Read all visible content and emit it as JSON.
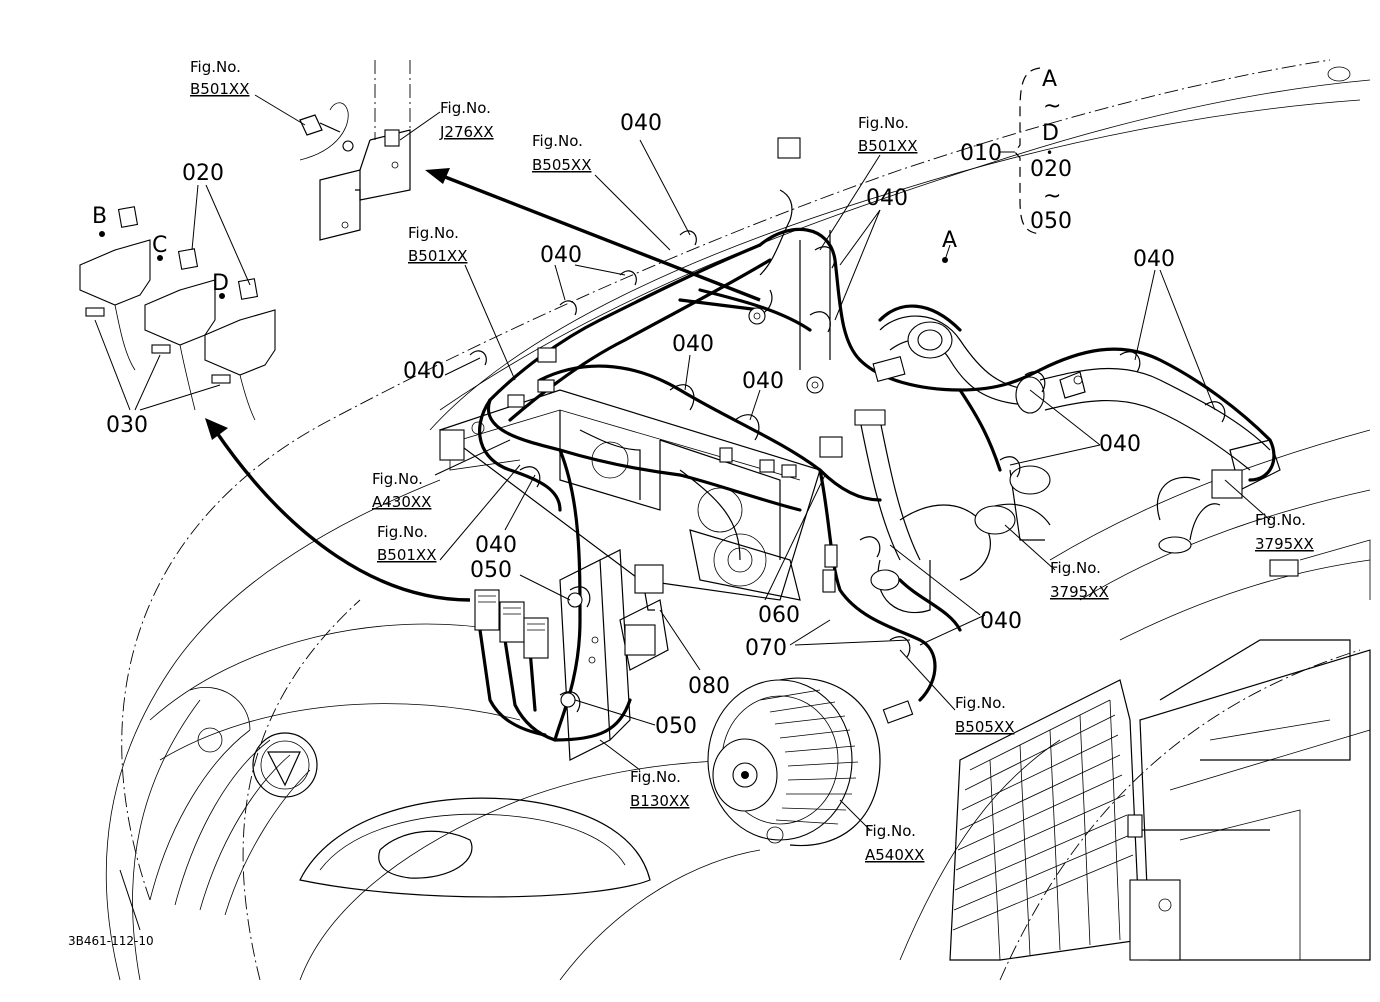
{
  "refs": {
    "fig_no_prefix": "Fig.No.",
    "j276": "J276XX",
    "b505": "B505XX",
    "b501": "B501XX",
    "a430": "A430XX",
    "b130": "B130XX",
    "a540": "A540XX",
    "r3795": "3795XX"
  },
  "parts": {
    "p010": "010",
    "p020": "020",
    "p030": "030",
    "p040": "040",
    "p050": "050",
    "p060": "060",
    "p070": "070",
    "p080": "080"
  },
  "letters": {
    "a": "A",
    "b": "B",
    "c": "C",
    "d": "D"
  },
  "range_marks": {
    "tilde": "~",
    "dot": "•"
  },
  "drawing_code": "3B461-112-10"
}
